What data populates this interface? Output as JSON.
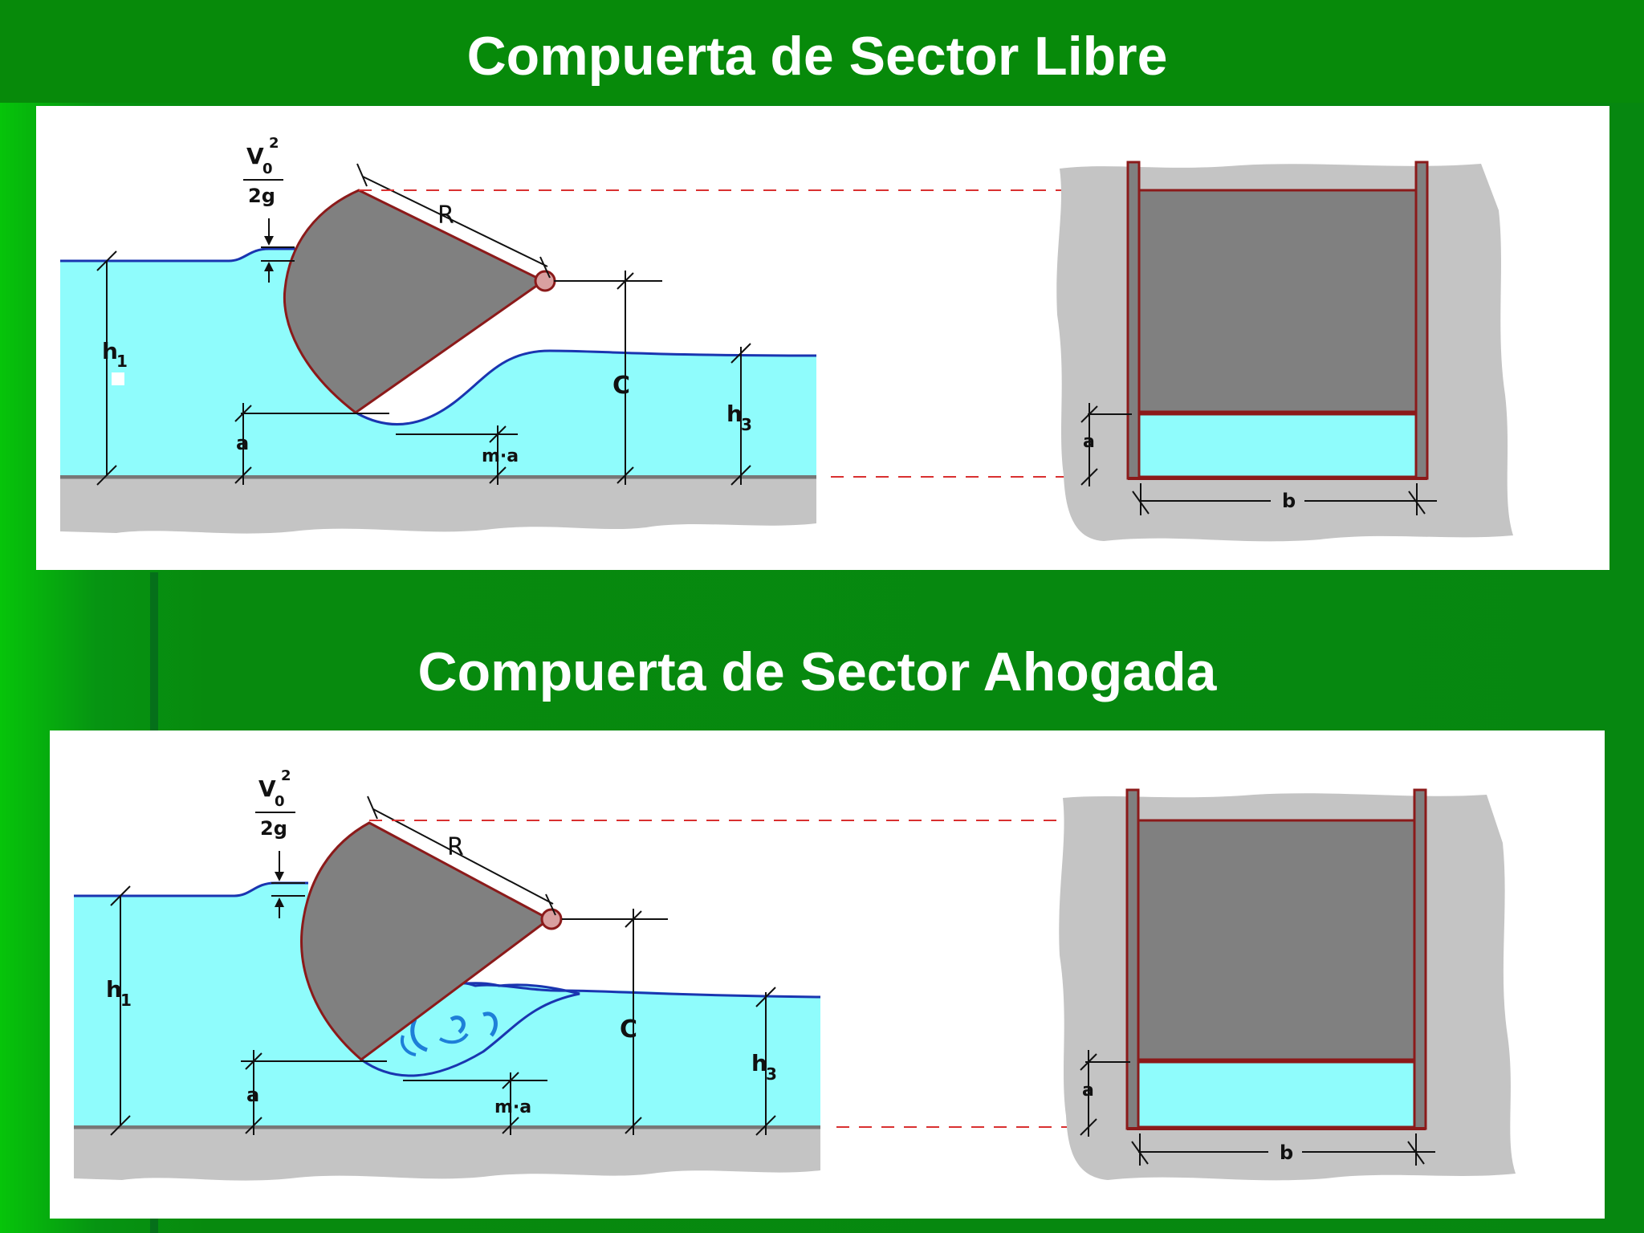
{
  "titles": {
    "free": "Compuerta de Sector Libre",
    "submerged": "Compuerta de Sector Ahogada"
  },
  "labels": {
    "velocity_num": "V",
    "velocity_sub": "0",
    "velocity_sup": "2",
    "velocity_den": "2g",
    "radius": "R",
    "h1": "h",
    "h1_sub": "1",
    "h3": "h",
    "h3_sub": "3",
    "contraction": "C",
    "opening": "a",
    "ma": "m·a",
    "width": "b"
  },
  "colors": {
    "background": "#078a0e",
    "water": "#8ffcfc",
    "gate": "#808080",
    "gate_outline": "#8b1a1a",
    "ground": "#c4c4c4",
    "water_line": "#1a35b0",
    "dashed_line": "#d93030",
    "turbulence": "#1e7fd8"
  }
}
